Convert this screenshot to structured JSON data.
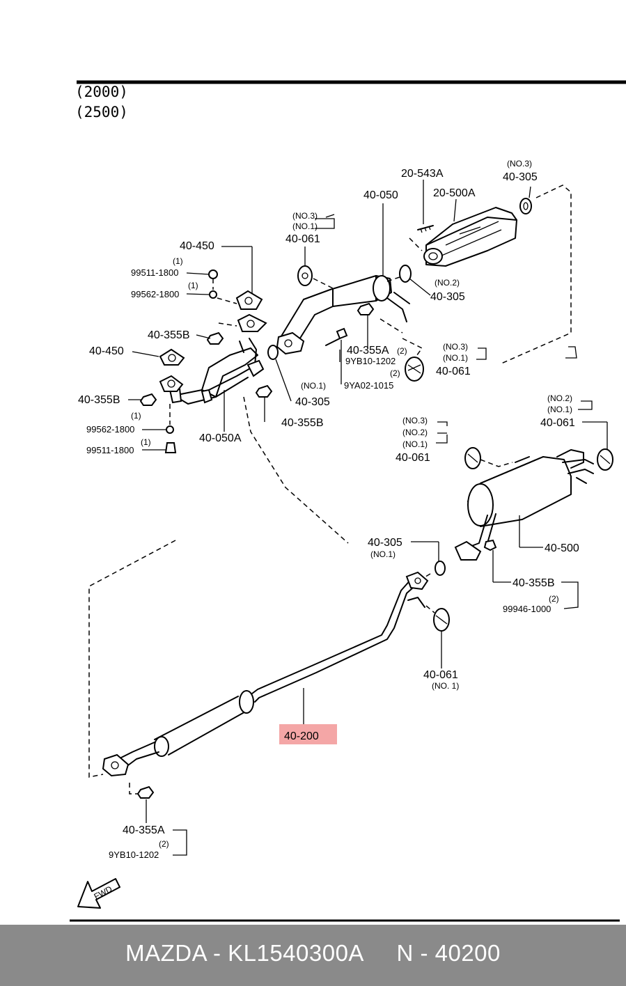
{
  "variants": [
    "(2000)",
    "(2500)"
  ],
  "labels": {
    "l_20_543A": "20-543A",
    "l_20_500A": "20-500A",
    "l_no3_top": "(NO.3)",
    "l_40_305_top": "40-305",
    "l_40_050": "40-050",
    "l_no3_a": "(NO.3)",
    "l_no1_a": "(NO.1)",
    "l_40_061_a": "40-061",
    "l_40_450_a": "40-450",
    "l_1_a": "(1)",
    "l_99511_a": "99511-1800",
    "l_1_b": "(1)",
    "l_99562_a": "99562-1800",
    "l_no2_a": "(NO.2)",
    "l_40_305_b": "40-305",
    "l_40_355B_a": "40-355B",
    "l_40_355A_a": "40-355A",
    "l_2_a": "(2)",
    "l_9YB10_a": "9YB10-1202",
    "l_no3_b": "(NO.3)",
    "l_no1_b": "(NO.1)",
    "l_40_061_b": "40-061",
    "l_2_b": "(2)",
    "l_40_450_b": "40-450",
    "l_9YA02": "9YA02-1015",
    "l_no1_c": "(NO.1)",
    "l_40_305_c": "40-305",
    "l_40_355B_b": "40-355B",
    "l_1_c": "(1)",
    "l_99562_b": "99562-1800",
    "l_40_050A": "40-050A",
    "l_40_355B_c": "40-355B",
    "l_1_d": "(1)",
    "l_99511_b": "99511-1800",
    "l_no2_b": "(NO.2)",
    "l_no1_d": "(NO.1)",
    "l_40_061_c": "40-061",
    "l_no3_c": "(NO.3)",
    "l_no2_c": "(NO.2)",
    "l_no1_e": "(NO.1)",
    "l_40_061_d": "40-061",
    "l_40_500": "40-500",
    "l_40_305_d": "40-305",
    "l_no1_f": "(NO.1)",
    "l_40_355B_d": "40-355B",
    "l_2_c": "(2)",
    "l_99946": "99946-1000",
    "l_40_061_e": "40-061",
    "l_no1_g": "(NO. 1)",
    "l_40_200": "40-200",
    "l_40_355A_b": "40-355A",
    "l_2_d": "(2)",
    "l_9YB10_b": "9YB10-1202",
    "fwd": "FWD"
  },
  "highlight_color": "#f4a6a6",
  "footer": {
    "text": "MAZDA - KL1540300A     N - 40200",
    "background": "#8a8a8a",
    "text_color": "#ffffff"
  }
}
